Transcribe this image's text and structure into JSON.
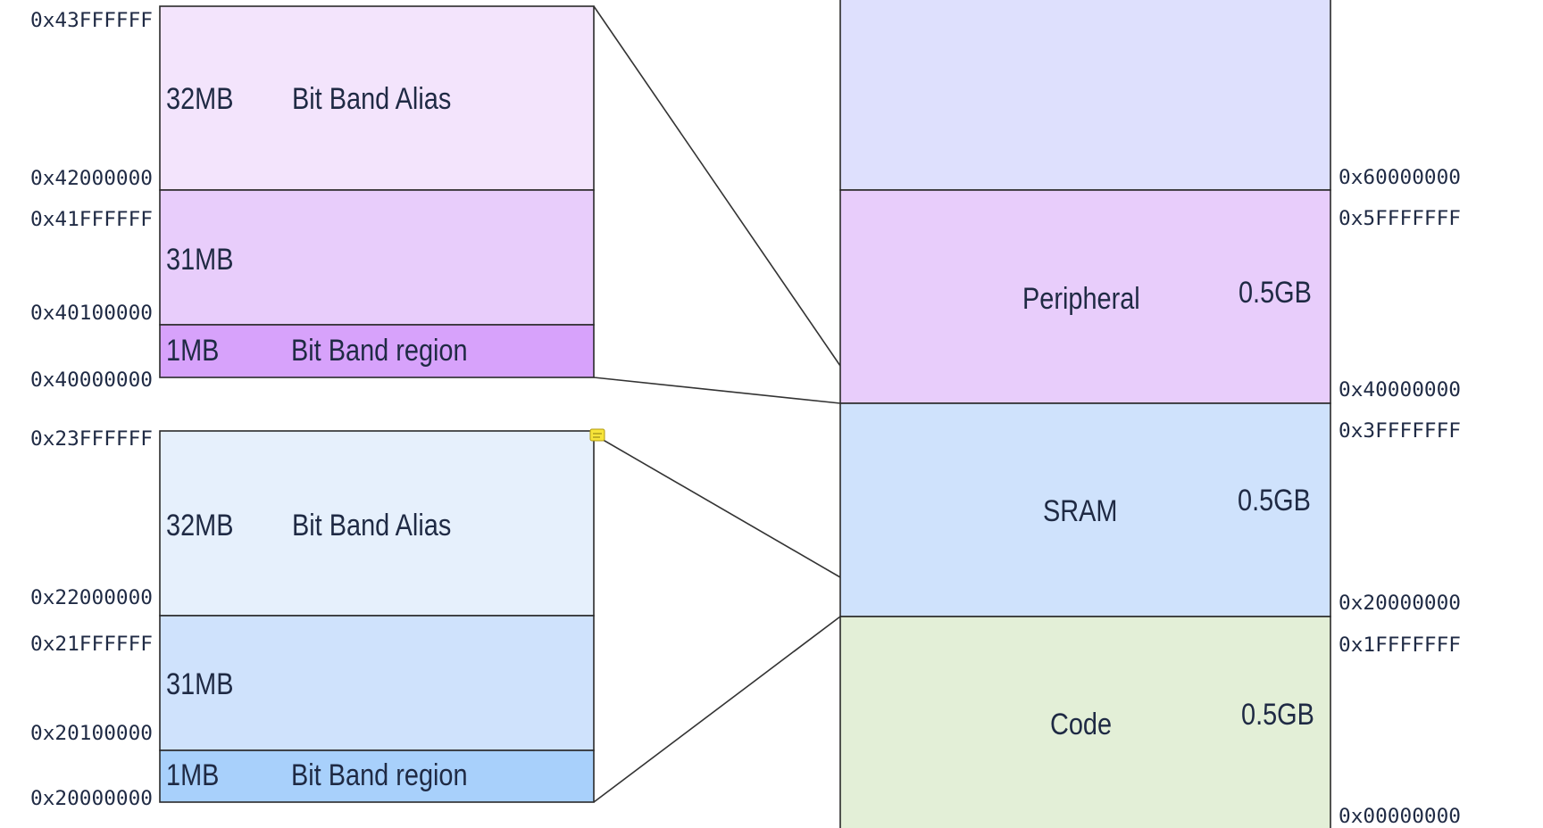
{
  "colors": {
    "upper_alias": "#f3e4fc",
    "upper_31mb": "#e8cdfb",
    "upper_region": "#d7a2fb",
    "lower_alias": "#e6f0fc",
    "lower_31mb": "#cfe2fc",
    "lower_region": "#a8d0fb",
    "top_block": "#dee0fd",
    "peripheral": "#e8cdfb",
    "sram": "#cfe2fc",
    "code": "#e3efd7"
  },
  "upper_bitband": {
    "alias": {
      "size": "32MB",
      "name": "Bit Band Alias"
    },
    "mid": {
      "size": "31MB"
    },
    "region": {
      "size": "1MB",
      "name": "Bit Band region"
    },
    "addresses": [
      "0x43FFFFFF",
      "0x42000000",
      "0x41FFFFFF",
      "0x40100000",
      "0x40000000"
    ]
  },
  "lower_bitband": {
    "alias": {
      "size": "32MB",
      "name": "Bit Band Alias"
    },
    "mid": {
      "size": "31MB"
    },
    "region": {
      "size": "1MB",
      "name": "Bit Band region"
    },
    "addresses": [
      "0x23FFFFFF",
      "0x22000000",
      "0x21FFFFFF",
      "0x20100000",
      "0x20000000"
    ]
  },
  "memory_map": {
    "peripheral": {
      "name": "Peripheral",
      "size": "0.5GB"
    },
    "sram": {
      "name": "SRAM",
      "size": "0.5GB"
    },
    "code": {
      "name": "Code",
      "size": "0.5GB"
    },
    "addresses": [
      "0x60000000",
      "0x5FFFFFFF",
      "0x40000000",
      "0x3FFFFFFF",
      "0x20000000",
      "0x1FFFFFFF",
      "0x00000000"
    ]
  }
}
